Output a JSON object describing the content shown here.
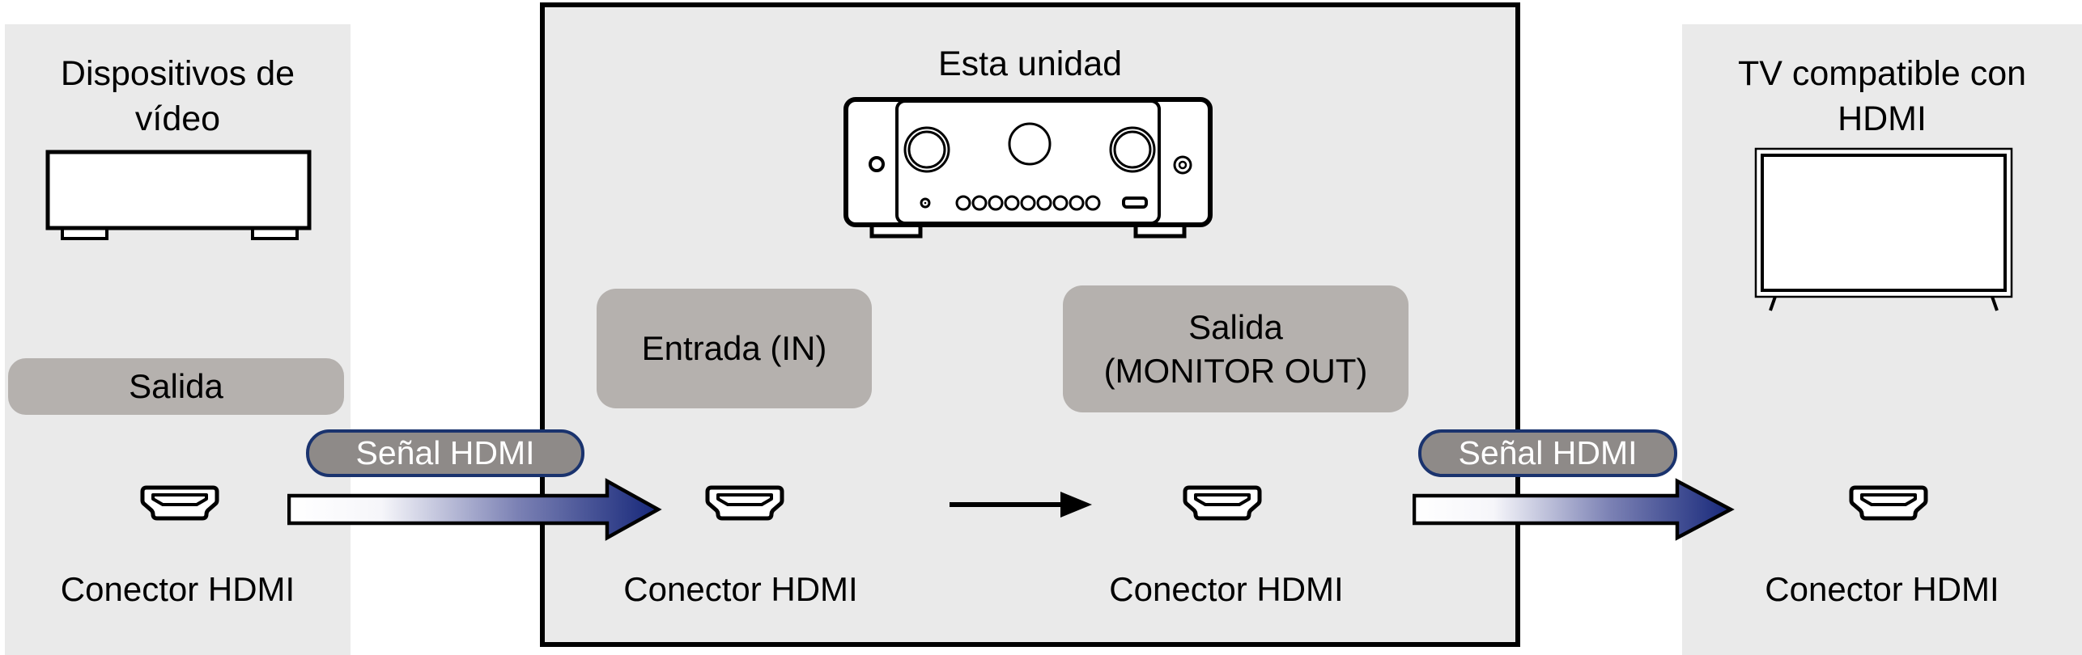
{
  "left_panel": {
    "title_line1": "Dispositivos de",
    "title_line2": "vídeo",
    "output_badge": "Salida",
    "connector_label": "Conector HDMI",
    "device_icon": "video-device-icon"
  },
  "center_box": {
    "title": "Esta unidad",
    "input_badge": "Entrada (IN)",
    "output_badge_line1": "Salida",
    "output_badge_line2": "(MONITOR OUT)",
    "connector_label_in": "Conector HDMI",
    "connector_label_out": "Conector HDMI",
    "device_icon": "av-receiver-icon"
  },
  "right_panel": {
    "title_line1": "TV compatible con",
    "title_line2": "HDMI",
    "connector_label": "Conector HDMI",
    "device_icon": "tv-icon"
  },
  "signals": {
    "left_pill": "Señal HDMI",
    "right_pill": "Señal HDMI"
  },
  "icons": {
    "connector": "hdmi-connector-icon",
    "signal_arrow": "hdmi-signal-gradient-arrow",
    "internal_arrow": "internal-signal-arrow"
  },
  "colors": {
    "panel_bg": "#eaeaea",
    "badge_bg": "#b5b1ae",
    "pill_bg": "#8e8a88",
    "pill_border": "#1a336e",
    "arrow_gradient_start": "#ffffff",
    "arrow_gradient_mid": "#7b81b4",
    "arrow_gradient_end": "#17287a",
    "line_black": "#000000"
  }
}
